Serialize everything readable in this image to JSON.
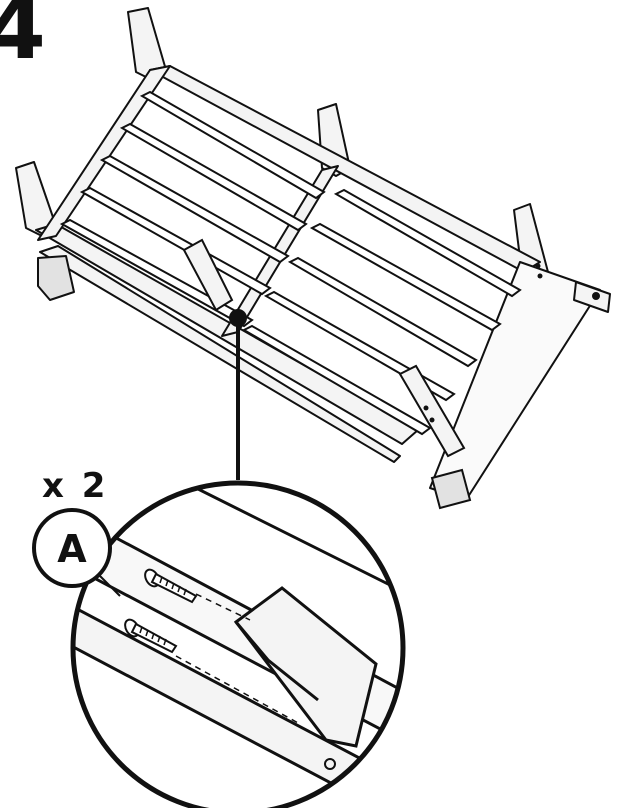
{
  "step": {
    "number": "4"
  },
  "quantity": {
    "label": "x 2"
  },
  "part": {
    "id": "A"
  },
  "colors": {
    "ink": "#111111",
    "paper": "#ffffff",
    "fill": "#f4f4f4",
    "shade": "#e2e2e2"
  },
  "icons": [
    "screw-icon",
    "bench-frame-illustration",
    "detail-magnifier"
  ]
}
